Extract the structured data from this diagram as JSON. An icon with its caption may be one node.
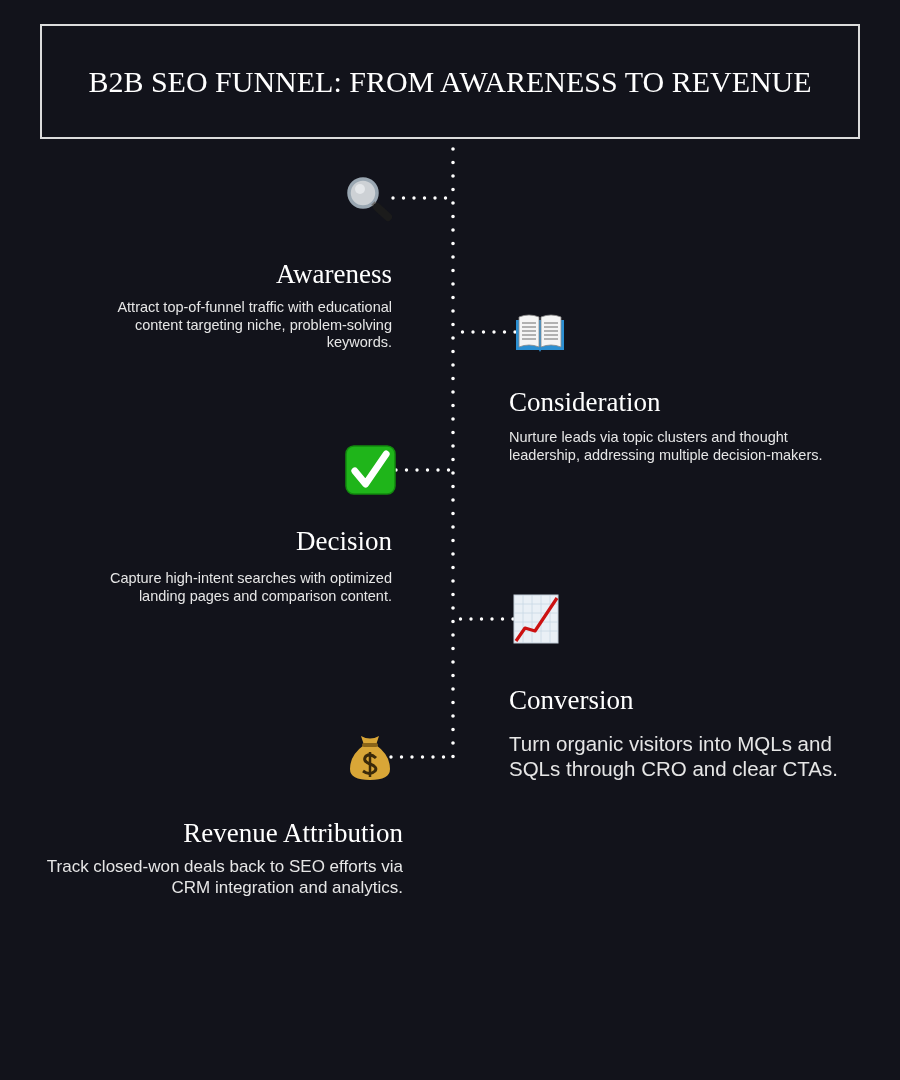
{
  "diagram": {
    "title": "B2B SEO FUNNEL: FROM AWARENESS TO REVENUE",
    "nodes": [
      {
        "text": [],
        "shape": "line"
      },
      {
        "text": [],
        "shape": "picture",
        "beside": [
          "Awareness",
          "Attract top-of-funnel traffic with educational content targeting niche, problem-solving keywords."
        ]
      },
      {
        "text": [],
        "shape": "picture",
        "beside": [
          "Consideration",
          "Nurture leads via topic clusters and thought leadership, addressing multiple decision-makers."
        ]
      },
      {
        "text": [],
        "shape": "picture",
        "beside": [
          "Decision",
          "Capture high-intent searches with optimized landing pages and comparison content."
        ]
      },
      {
        "text": [],
        "shape": "picture",
        "beside": [
          "Conversion",
          "Turn organic visitors into MQLs and SQLs through CRO and clear CTAs."
        ]
      },
      {
        "text": [],
        "shape": "picture",
        "beside": [
          "Revenue Attribution",
          "Track closed-won deals back to SEO efforts via CRM integration and analytics."
        ]
      }
    ],
    "edges": [
      {
        "from": 1,
        "to": 0,
        "arrow": "none",
        "style": "dashed"
      },
      {
        "from": 2,
        "to": 0,
        "arrow": "none",
        "style": "dashed"
      },
      {
        "from": 3,
        "to": 0,
        "arrow": "none",
        "style": "dashed"
      },
      {
        "from": 4,
        "to": 0,
        "arrow": "none",
        "style": "dashed"
      },
      {
        "from": 5,
        "to": 0,
        "arrow": "none",
        "style": "dashed"
      }
    ]
  }
}
